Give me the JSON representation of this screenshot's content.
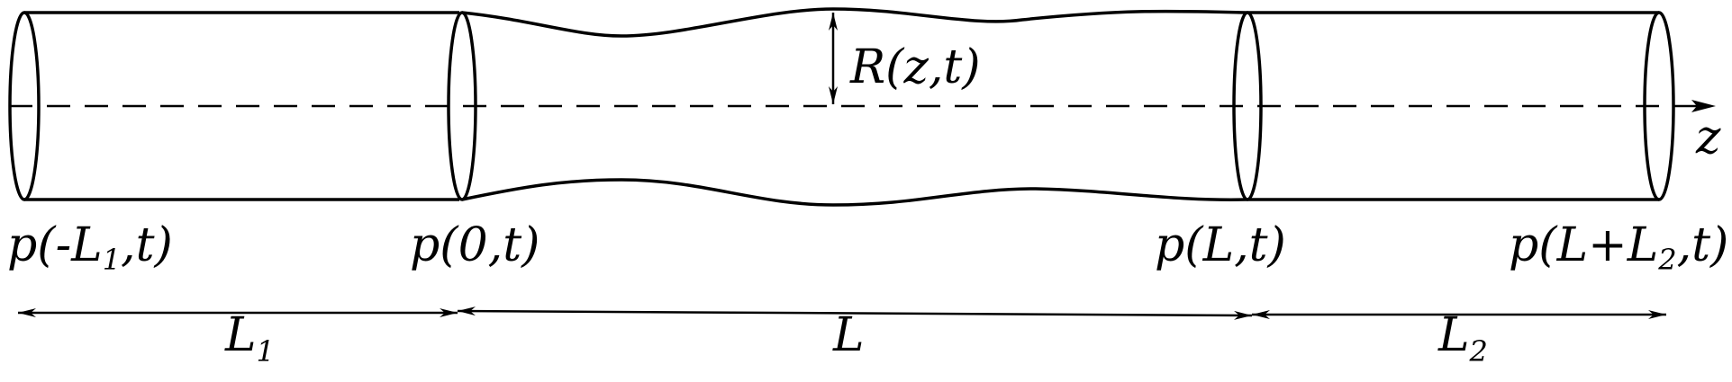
{
  "labels": {
    "radius_R": "R",
    "radius_args": "(z,t)",
    "axis_z": "z",
    "p_left_p": "p",
    "p_left_open": "(-",
    "p_left_L": "L",
    "p_left_sub": "1",
    "p_left_close": ",t)",
    "p_zero_p": "p",
    "p_zero_args": "(0,t)",
    "p_L_p": "p",
    "p_L_args": "(L,t)",
    "p_right_p": "p",
    "p_right_open": "(",
    "p_right_L": "L",
    "p_right_plus": "+",
    "p_right_L2": "L",
    "p_right_sub": "2",
    "p_right_close": ",t)",
    "len_L1": "L",
    "len_L1_sub": "1",
    "len_L": "L",
    "len_L2": "L",
    "len_L2_sub": "2"
  },
  "colors": {
    "stroke": "#000000",
    "background": "#ffffff"
  }
}
